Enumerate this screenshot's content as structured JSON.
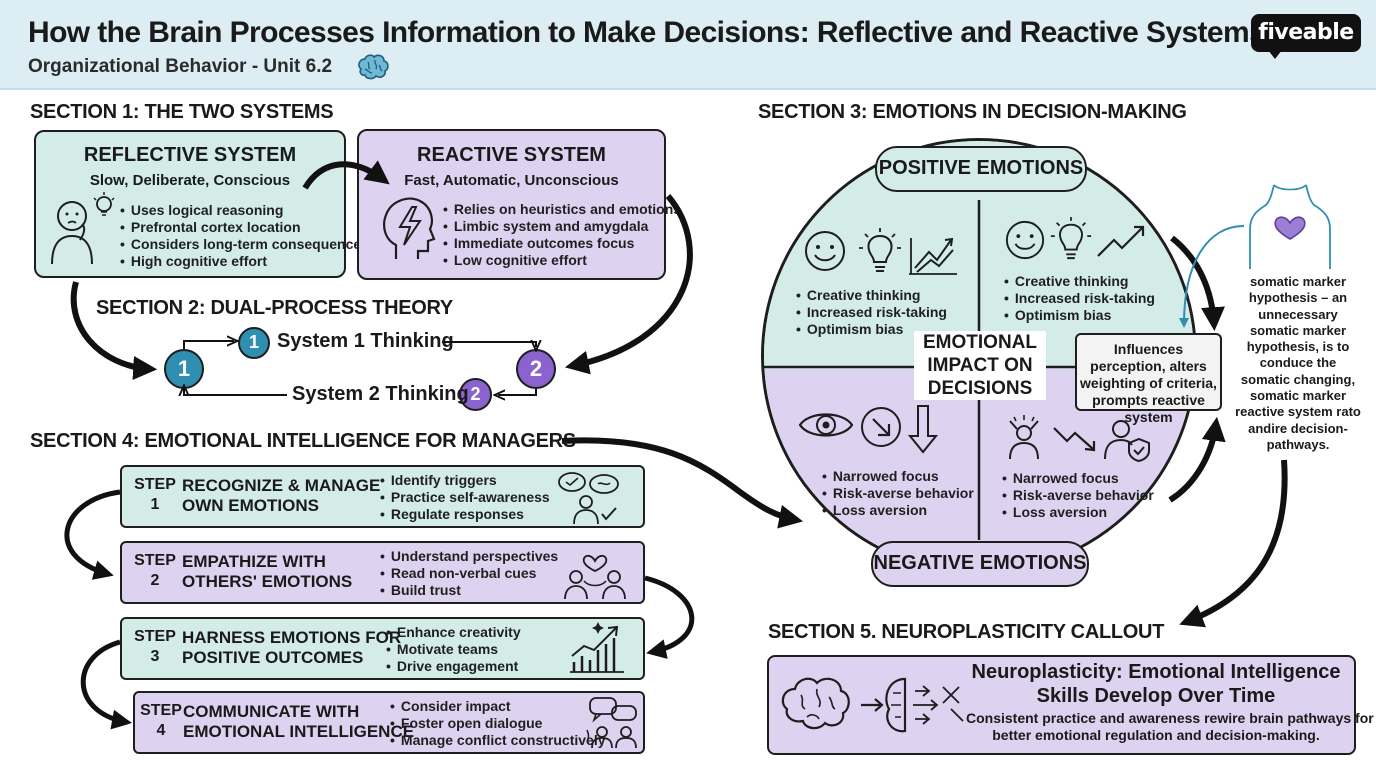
{
  "header": {
    "title": "How the Brain Processes Information to Make Decisions: Reflective and Reactive Systems",
    "subtitle": "Organizational Behavior - Unit 6.2",
    "logo": "fiveable"
  },
  "section1": {
    "title": "SECTION 1: THE TWO SYSTEMS",
    "reflective": {
      "name": "REFLECTIVE SYSTEM",
      "tagline": "Slow, Deliberate, Conscious",
      "bullets": [
        "Uses logical reasoning",
        "Prefrontal cortex location",
        "Considers long-term consequences",
        "High cognitive effort"
      ]
    },
    "reactive": {
      "name": "REACTIVE SYSTEM",
      "tagline": "Fast, Automatic, Unconscious",
      "bullets": [
        "Relies on heuristics and emotions",
        "Limbic system and amygdala",
        "Immediate outcomes focus",
        "Low cognitive effort"
      ]
    }
  },
  "section2": {
    "title": "SECTION 2: DUAL-PROCESS THEORY",
    "system1": "System 1 Thinking",
    "system2": "System 2 Thinking",
    "badge1": "1",
    "badge2": "2"
  },
  "section3": {
    "title": "SECTION 3: EMOTIONS IN DECISION-MAKING",
    "positive_label": "POSITIVE EMOTIONS",
    "negative_label": "NEGATIVE EMOTIONS",
    "center_lines": [
      "EMOTIONAL",
      "IMPACT ON",
      "DECISIONS"
    ],
    "q_top_left": [
      "Creative thinking",
      "Increased risk-taking",
      "Optimism bias"
    ],
    "q_top_right": [
      "Creative thinking",
      "Increased risk-taking",
      "Optimism bias"
    ],
    "q_bottom_left": [
      "Narrowed focus",
      "Risk-averse behavior",
      "Loss aversion"
    ],
    "q_bottom_right": [
      "Narrowed focus",
      "Risk-averse behavior",
      "Loss aversion"
    ],
    "influence": "Influences perception, alters weighting of criteria, prompts reactive system",
    "somatic_lines": [
      "somatic marker",
      "hypothesis – an",
      "unnecessary",
      "somatic marker",
      "hypothesis, is to",
      "conduce the",
      "somatic changing,",
      "somatic marker",
      "reactive system rato",
      "andire decision-",
      "pathways."
    ]
  },
  "section4": {
    "title": "SECTION 4: EMOTIONAL INTELLIGENCE FOR MANAGERS",
    "step_word": "STEP",
    "steps": [
      {
        "num": "1",
        "title1": "RECOGNIZE & MANAGE",
        "title2": "OWN EMOTIONS",
        "bullets": [
          "Identify triggers",
          "Practice self-awareness",
          "Regulate responses"
        ]
      },
      {
        "num": "2",
        "title1": "EMPATHIZE WITH",
        "title2": "OTHERS' EMOTIONS",
        "bullets": [
          "Understand perspectives",
          "Read non-verbal cues",
          "Build trust"
        ]
      },
      {
        "num": "3",
        "title1": "HARNESS EMOTIONS FOR",
        "title2": "POSITIVE OUTCOMES",
        "bullets": [
          "Enhance creativity",
          "Motivate teams",
          "Drive engagement"
        ]
      },
      {
        "num": "4",
        "title1": "COMMUNICATE WITH",
        "title2": "EMOTIONAL INTELLIGENCE",
        "bullets": [
          "Consider impact",
          "Foster open dialogue",
          "Manage conflict constructively"
        ]
      }
    ]
  },
  "section5": {
    "title": "SECTION 5. NEUROPLASTICITY CALLOUT",
    "heading_lines": [
      "Neuroplasticity: Emotional Intelligence",
      "Skills Develop Over Time"
    ],
    "desc_lines": [
      "Consistent practice and awareness rewire brain pathways for",
      "better emotional regulation and decision-making."
    ]
  },
  "colors": {
    "teal": "#d3ece7",
    "lavender": "#ddd3f0",
    "header_bg": "#dcedf3",
    "badge_blue": "#2e8fb0",
    "badge_purple": "#8b63cf"
  }
}
